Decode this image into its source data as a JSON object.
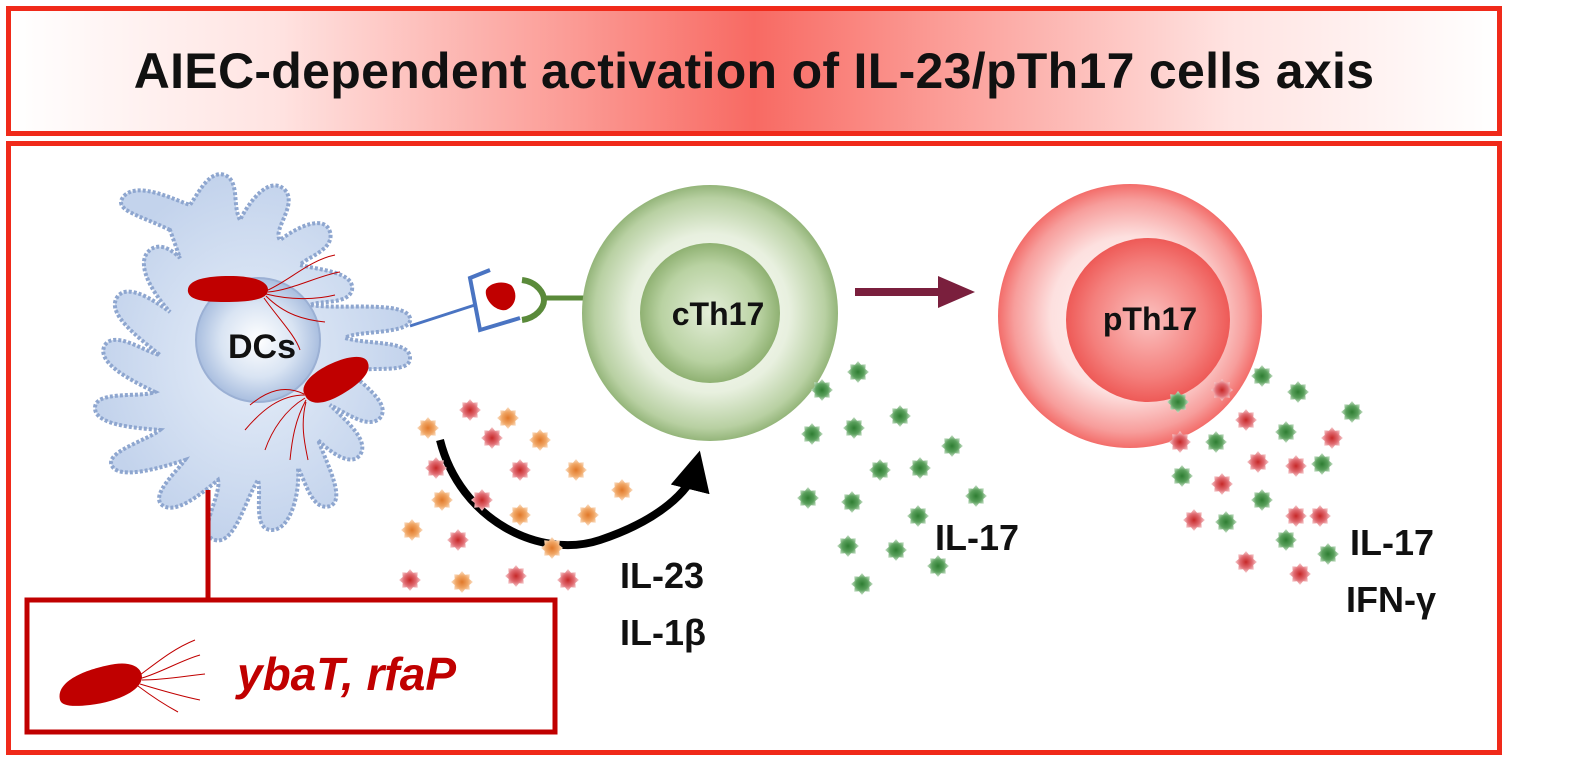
{
  "title": "AIEC-dependent activation of IL-23/pTh17 cells axis",
  "cells": {
    "dc": "DCs",
    "cth17": "cTh17",
    "pth17": "pTh17"
  },
  "cytokines": {
    "il23_line1": "IL-23",
    "il23_line2": "IL-1β",
    "il17_middle": "IL-17",
    "right_line1": "IL-17",
    "right_line2": "IFN-γ"
  },
  "genes": "ybaT, rfaP",
  "colors": {
    "frame_red": "#f02a1a",
    "bacteria": "#c00000",
    "dc_blue": "#9fb6d9",
    "th17_green": "#6f9a4e",
    "pth17_red": "#f35b5b",
    "arrow_maroon": "#7a1f3d"
  }
}
